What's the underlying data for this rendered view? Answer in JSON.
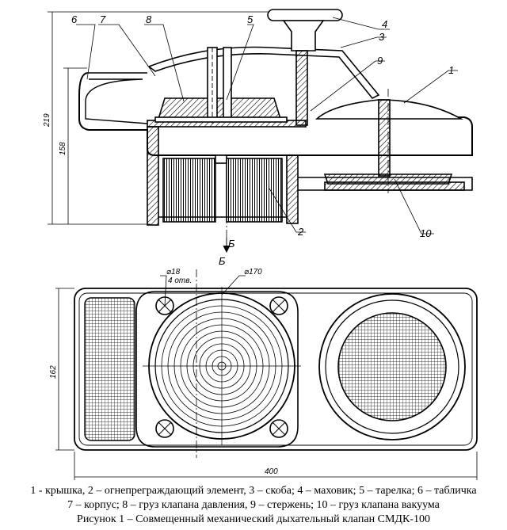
{
  "figure": {
    "callouts": [
      "1",
      "2",
      "3",
      "4",
      "5",
      "6",
      "7",
      "8",
      "9",
      "10"
    ],
    "section_mark": "Б",
    "dimensions": {
      "height_total": "219",
      "height_body": "158",
      "hole_diameter": "⌀18",
      "hole_count": "4 отв.",
      "plate_diameter": "⌀170",
      "width": "162",
      "length": "400"
    }
  },
  "caption": {
    "line1": "1 - крышка, 2 – огнепреграждающий элемент, 3 – скоба; 4 – маховик; 5 – тарелка; 6 – табличка",
    "line2": "7 – корпус; 8 – груз клапана давления, 9 – стержень; 10 – груз клапана вакуума",
    "line3": "Рисунок 1 – Совмещенный механический дыхательный клапан СМДК-100"
  }
}
